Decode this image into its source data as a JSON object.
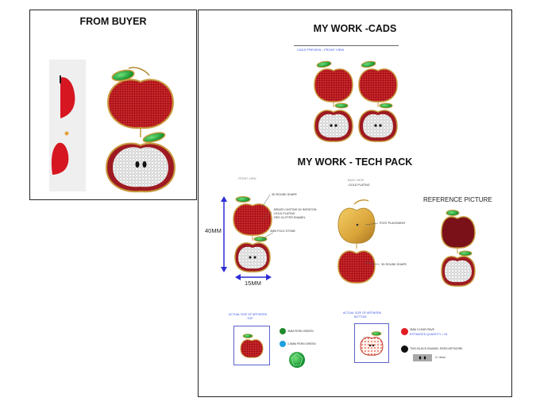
{
  "buyer": {
    "title": "FROM BUYER"
  },
  "cads": {
    "title": "MY WORK -CADS",
    "preview_label": "CADS PREVIEW - FRONT VIEW"
  },
  "techpack": {
    "title": "MY WORK - TECH PACK",
    "top_note": "FRONT VIEW",
    "gold_note_top": "BACK VIEW",
    "gold_note": "-GOLD PLATING",
    "callouts": {
      "round_shape_top": "3D ROUND SHAPE",
      "casting": "-BRASS CASTING W/ IMITATION",
      "plating": "-GOLD PLATING",
      "enamel": "-RED GLITTER ENAMEL",
      "stone": "3MM FOLD STONE",
      "post": "POST PLACEMENT",
      "round_shape_bottom": "3D ROUND SHAPE"
    },
    "height_dim": "40MM",
    "width_dim": "15MM",
    "reference_title": "REFERENCE PICTURE"
  },
  "actual_sizes": {
    "top_label_1": "ACTUAL SIZE OF ARTWORK",
    "top_label_2": "-TOP",
    "bottom_label_1": "ACTUAL SIZE OF ARTWORK",
    "bottom_label_2": "BOTTOM",
    "stone_green": "3MM FERN GREEN",
    "stone_blue": "1.5MM FERN GREEN",
    "stone_clear": "3MM CLEAR PAVE",
    "stone_qty": "ESTIMATED QUANTITY = 81",
    "enamel_black": "TWO BLACK ENAMEL SEED ARTWORK",
    "tag_text": "4 / 4mm"
  },
  "colors": {
    "apple_red": "#b5141e",
    "gold": "#d9a43a",
    "leaf_green": "#2e9f4a",
    "blue_accent": "#3b55e6",
    "stone_blue": "#1ea0e0",
    "marker_red": "#e01b24"
  }
}
